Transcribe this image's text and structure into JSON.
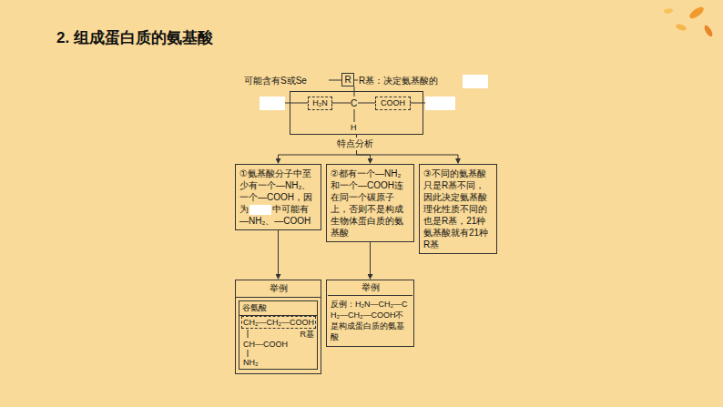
{
  "diagram": {
    "title": "2. 组成蛋白质的氨基酸",
    "nodes": [
      {
        "text": [
          "R"
        ]
      },
      {
        "text": [
          "C",
          "H"
        ]
      },
      {
        "text": [
          "H₂N"
        ],
        "in": 1
      },
      {
        "text": [
          "COOH"
        ],
        "in": 1
      },
      {
        "text": [
          "①氨基酸分子中至少有一个—NH₂、一个—COOH，因为",
          "中可能有—NH₂、—COOH"
        ]
      },
      {
        "text": [
          "②都有一个—NH₂和一个—COOH连在同一个碳原子上，否则不是构成生物体蛋白质的氨基酸"
        ]
      },
      {
        "text": [
          "③不同的氨基酸只是R基不同，因此决定氨基酸理化性质不同的也是R基，21种氨基酸就有21种R基"
        ]
      },
      {
        "text": [
          "举例"
        ]
      },
      {
        "text": [
          "谷氨酸",
          "CH—COOH",
          "NH₂",
          "R基"
        ],
        "in": 7
      },
      {
        "text": [
          "CH₂—CH₂—COOH"
        ],
        "in": 8
      },
      {
        "text": [
          "举例",
          "反例：H₂N—CH₂—CH₂—CH₂—COOH不是构成蛋白质的氨基酸"
        ]
      }
    ],
    "edges": [
      {
        "from": 0,
        "to": 1,
        "arrow": "none"
      },
      {
        "from": 1,
        "to": 4,
        "arrow": "to"
      },
      {
        "from": 1,
        "to": 5,
        "arrow": "to"
      },
      {
        "from": 1,
        "to": 6,
        "arrow": "to"
      },
      {
        "from": 4,
        "to": 7,
        "arrow": "to"
      },
      {
        "from": 5,
        "to": 10,
        "arrow": "to"
      }
    ],
    "labels": [
      "可能含有S或Se",
      "R基：决定氨基酸的",
      "特点分析"
    ]
  }
}
